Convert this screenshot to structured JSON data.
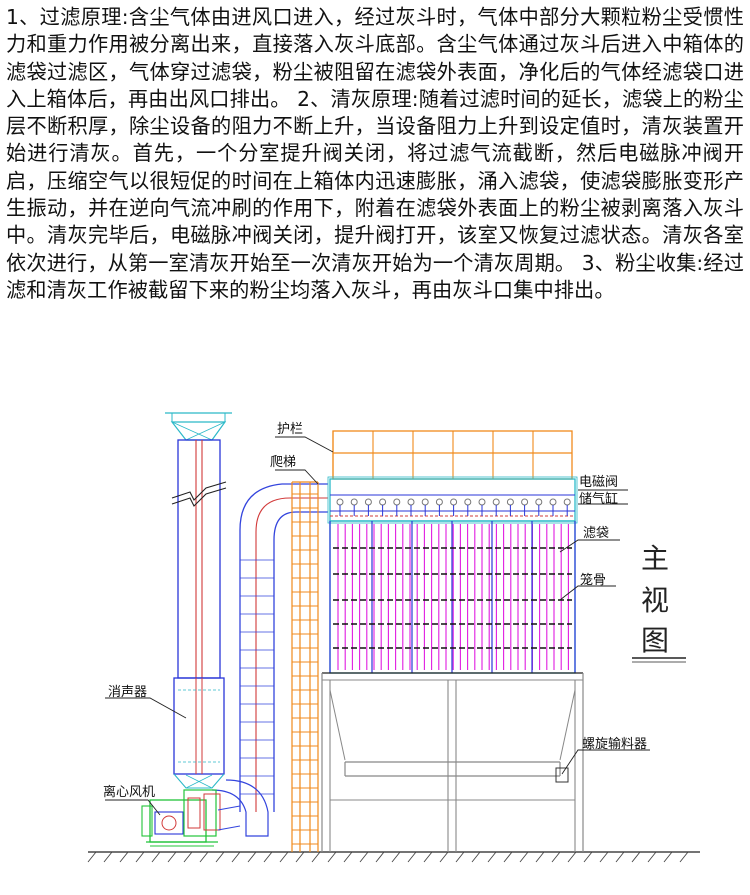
{
  "description_text": "1、过滤原理:含尘气体由进风口进入，经过灰斗时，气体中部分大颗粒粉尘受惯性力和重力作用被分离出来，直接落入灰斗底部。含尘气体通过灰斗后进入中箱体的滤袋过滤区，气体穿过滤袋，粉尘被阻留在滤袋外表面，净化后的气体经滤袋口进入上箱体后，再由出风口排出。 2、清灰原理:随着过滤时间的延长，滤袋上的粉尘层不断积厚，除尘设备的阻力不断上升，当设备阻力上升到设定值时，清灰装置开始进行清灰。首先，一个分室提升阀关闭，将过滤气流截断，然后电磁脉冲阀开启，压缩空气以很短促的时间在上箱体内迅速膨胀，涌入滤袋，使滤袋膨胀变形产生振动，并在逆向气流冲刷的作用下，附着在滤袋外表面上的粉尘被剥离落入灰斗中。清灰完毕后，电磁脉冲阀关闭，提升阀打开，该室又恢复过滤状态。清灰各室依次进行，从第一室清灰开始至一次清灰开始为一个清灰周期。 3、粉尘收集:经过滤和清灰工作被截留下来的粉尘均落入灰斗，再由灰斗口集中排出。",
  "diagram": {
    "labels": {
      "guardrail": "护栏",
      "ladder": "爬梯",
      "solenoid_valve": "电磁阀",
      "air_tank": "储气缸",
      "filter_bag": "滤袋",
      "bag_cage": "笼骨",
      "silencer": "消声器",
      "fan": "离心风机",
      "screw_conveyor": "螺旋输料器"
    },
    "view_title": [
      "主",
      "视",
      "图"
    ],
    "colors": {
      "stack_blue": "#2a36d8",
      "duct_blue": "#3344dd",
      "stack_red": "#d23a3a",
      "orange": "#f08a1c",
      "cyan": "#2bb9c8",
      "magenta": "#e01ce0",
      "green": "#22c43a",
      "gray": "#8a8a8a",
      "black": "#222222"
    }
  }
}
